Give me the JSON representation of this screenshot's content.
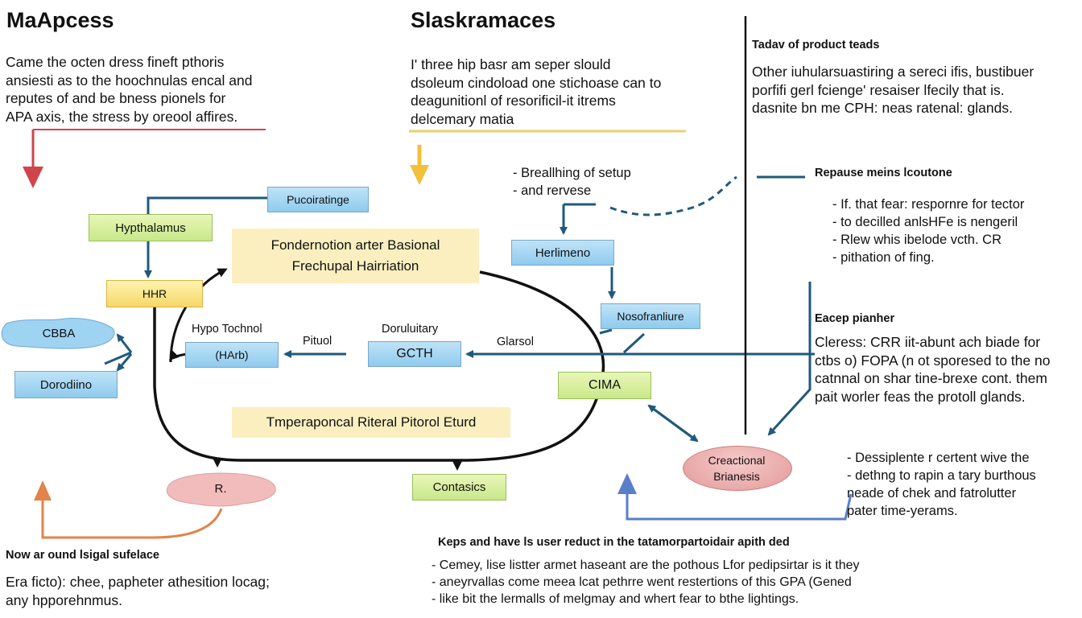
{
  "left_panel": {
    "title": "MaApcess",
    "paragraph": "Came the octen dress fineft pthoris\nansiesti as to the hoochnulas encal and\nreputes of and be bness pionels for\nAPA axis, the stress by oreool affires."
  },
  "center_panel": {
    "title": "Slaskramaces",
    "paragraph": "I' three hip basr am seper slould\ndsoleum cindoload one stichoase can to\ndeagunitionl of resorificil-it itrems\ndelcemary matia",
    "bullets": "- Breallhing of setup\n- and rervese"
  },
  "right_panel": {
    "heading1": "Tadav of product teads",
    "paragraph1": "Other iuhularsuastiring a sereci ifis, bustibuer\nporfifi gerl fcienge' resaiser lfecily that is.\ndasnite bn me CPH: neas ratenal: glands.",
    "heading2": "Repause meins lcoutone",
    "bullets2": "- If. that fear: respornre for tector\n- to decilled anlsHFe is nengeril\n- Rlew whis ibelode vcth. CR\n- pithation of fing.",
    "heading3": "Eacep pianher",
    "paragraph3": "Cleress: CRR iit-abunt ach biade for\nctbs o) FOPA (n ot sporesed to the no\ncatnnal on shar tine-brexe cont. them\npait worler feas the protoll glands.",
    "bullets4": "- Dessiplente r certent wive the\n- dethng to rapin a tary burthous\n  neade of chek and fatrolutter\n  pater time-yerams."
  },
  "bottom_left": {
    "heading": "Now ar ound lsigal sufelace",
    "paragraph": "Era ficto): chee, papheter athesition locag;\nany hpporehnmus."
  },
  "bottom_center": {
    "heading": "Keps and have ls user reduct in the tatamorpartoidair apith ded",
    "bullets": "- Cemey, lise listter armet haseant are the pothous Lfor pedipsirtar is it they\n- aneyrvallas come meea lcat pethrre went restertions of this GPA (Gened\n- like bit the lermalls of melgmay and whert fear to bthe lightings."
  },
  "nodes": {
    "pucoiratinge": "Pucoiratinge",
    "hypthalamus": "Hypthalamus",
    "hhr": "HHR",
    "cbba": "CBBA",
    "dorodiino": "Dorodiino",
    "hypo_label": "Hypo Tochnol",
    "hypo_box": "(HArb)",
    "pituol": "Pituol",
    "doruluitary": "Doruluitary",
    "gcth": "GCTH",
    "glarsol": "Glarsol",
    "herlimeno": "Herlimeno",
    "nosofranliure": "Nosofranliure",
    "cima": "CIMA",
    "fondernotion": "Fondernotion arter Basional\nFrechupal Hairriation",
    "tmperaponcal": "Tmperaponcal Riteral Pitorol Eturd",
    "contasics": "Contasics",
    "r_blob": "R.",
    "creactional": "Creactional\nBrianesis"
  },
  "colors": {
    "arrow_blue": "#1f5a7a",
    "arrow_red": "#d0454c",
    "arrow_yellow": "#f2c03a",
    "arrow_orange": "#e0844a",
    "arrow_periwinkle": "#5b7ec9"
  }
}
